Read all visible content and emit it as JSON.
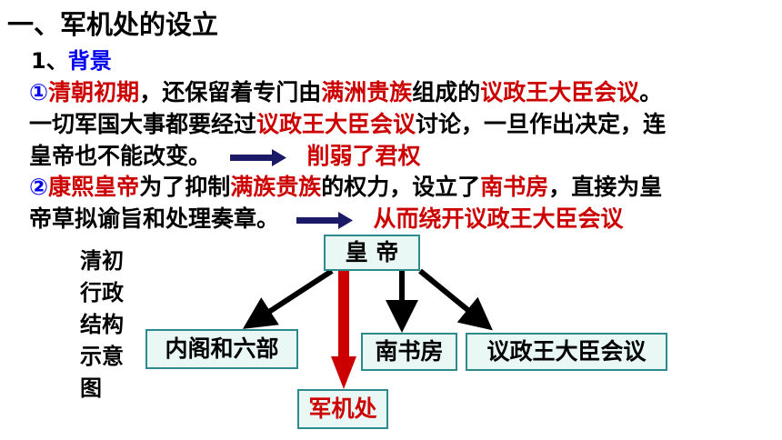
{
  "title": "一、军机处的设立",
  "subhead": {
    "num": "1、",
    "label": "背景"
  },
  "para1": {
    "circle": "①",
    "p1": "清朝初期",
    "p2": "，还保留着专门由",
    "p3": "满洲贵族",
    "p4": "组成的",
    "p5": "议政王大臣会议",
    "p6": "。",
    "line2a": "一切军国大事都要经过",
    "line2b": "议政王大臣会议",
    "line2c": "讨论，一旦作出决定，连",
    "line3": "皇帝也不能改变。",
    "result": "削弱了君权"
  },
  "para2": {
    "circle": "②",
    "p1": "康熙皇帝",
    "p2": "为了抑制",
    "p3": "满族贵族",
    "p4": "的权力，设立了",
    "p5": "南书房",
    "p6": "，直接为皇",
    "line2": "帝草拟谕旨和处理奏章。",
    "result": "从而绕开议政王大臣会议"
  },
  "diagram": {
    "side_label": "清初行政结构示意图",
    "top": "皇 帝",
    "left": "内阁和六部",
    "center": "南书房",
    "right": "议政王大臣会议",
    "bottom": "军机处"
  },
  "colors": {
    "accent_red": "#cc0000",
    "accent_blue": "#0000ee",
    "box_border": "#2e8b8b",
    "box_fill": "#e9f8f5"
  }
}
